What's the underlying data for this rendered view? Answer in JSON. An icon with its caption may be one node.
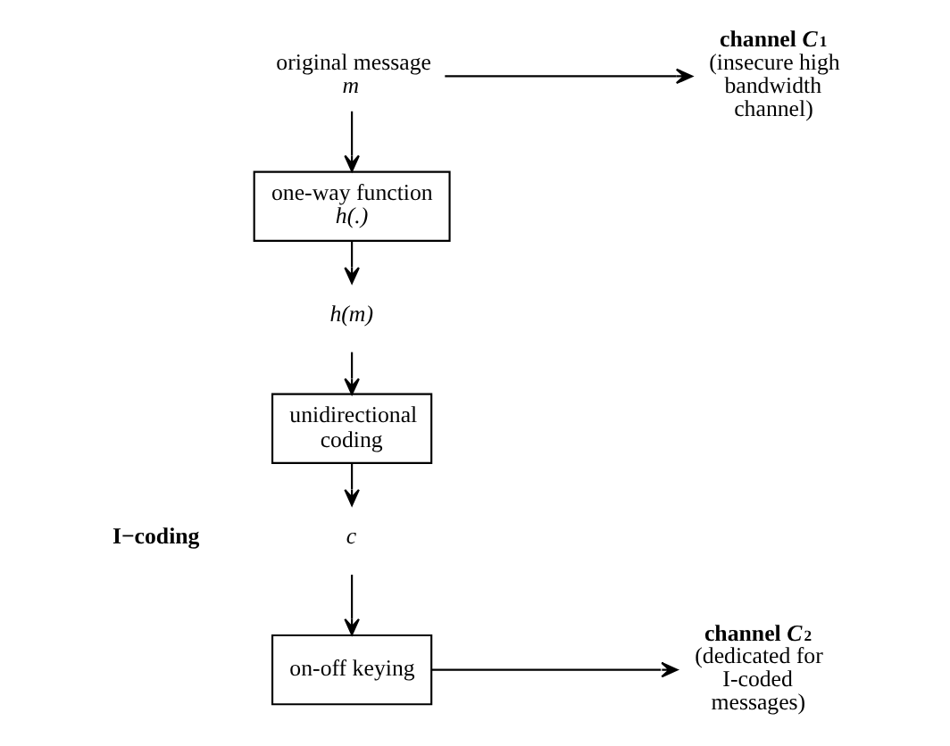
{
  "diagram": {
    "nodes": [
      {
        "text": [
          "original message",
          "*m*"
        ]
      },
      {
        "text": [
          "one-way function *h(.)*"
        ]
      },
      {
        "text": [
          "*h(m)*"
        ]
      },
      {
        "text": [
          "unidirectional coding"
        ]
      },
      {
        "text": [
          "*c*"
        ]
      },
      {
        "text": [
          "on-off keying"
        ]
      },
      {
        "text": [
          "**channel *C*$_{1}$**",
          "(insecure high bandwidth channel)"
        ]
      },
      {
        "text": [
          "**channel *C*$_{2}$**",
          "(dedicated for I-coded messages)"
        ]
      }
    ],
    "edges": [
      {
        "from": 0,
        "to": 1,
        "arrow": "to"
      },
      {
        "from": 1,
        "to": 2,
        "arrow": "to"
      },
      {
        "from": 2,
        "to": 3,
        "arrow": "to"
      },
      {
        "from": 3,
        "to": 4,
        "arrow": "to"
      },
      {
        "from": 4,
        "to": 5,
        "arrow": "to"
      },
      {
        "from": 0,
        "to": 6,
        "arrow": "to"
      },
      {
        "from": 5,
        "to": 7,
        "arrow": "to"
      }
    ],
    "labels": [
      "**I−coding**"
    ]
  }
}
